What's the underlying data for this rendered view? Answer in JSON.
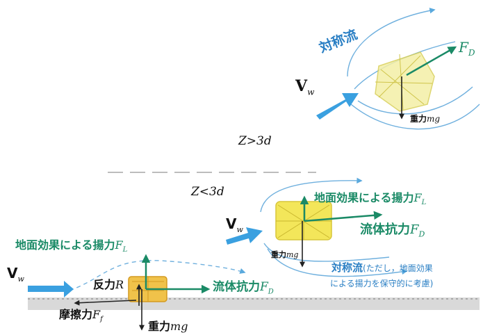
{
  "colors": {
    "flow_blue": "#2a7fc4",
    "arrow_blue": "#3aa0e0",
    "force_green": "#1a8a66",
    "block_yellow": "#f1e35a",
    "block_gold": "#e6b42a",
    "ground": "#b9b9b9"
  },
  "top_case": {
    "v_label": "V",
    "v_sub": "w",
    "sym_flow": "対称流",
    "drag_label": "F",
    "drag_sub": "D",
    "gravity": "重力",
    "gravity_var": "mg"
  },
  "z_labels": {
    "far": "Z>3d",
    "near": "Z<3d"
  },
  "middle_case": {
    "v_label": "V",
    "v_sub": "w",
    "lift": "地面効果による揚力",
    "lift_var": "F",
    "lift_sub": "L",
    "drag": "流体抗力",
    "drag_var": "F",
    "drag_sub": "D",
    "gravity": "重力",
    "gravity_var": "mg",
    "note_line1": "対称流",
    "note_paren1": "(ただし，地面効果",
    "note_line2": "による揚力を保守的に考慮)"
  },
  "bottom_case": {
    "v_label": "V",
    "v_sub": "w",
    "lift": "地面効果による揚力",
    "lift_var": "F",
    "lift_sub": "L",
    "reaction": "反力",
    "reaction_var": "R",
    "drag": "流体抗力",
    "drag_var": "F",
    "drag_sub": "D",
    "friction": "摩擦力",
    "friction_var": "F",
    "friction_sub": "f",
    "gravity": "重力",
    "gravity_var": "mg"
  }
}
